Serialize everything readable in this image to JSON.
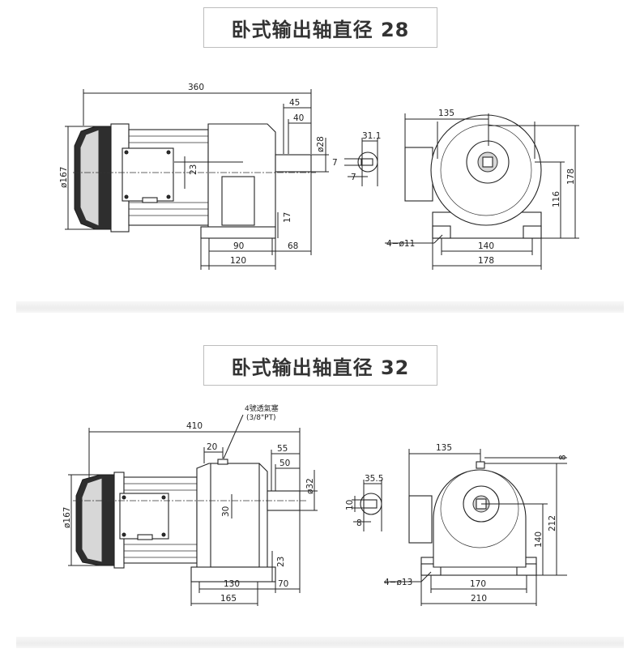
{
  "section1": {
    "title": "卧式输出轴直径 28",
    "dims": {
      "total_length": "360",
      "shaft_45": "45",
      "shaft_40": "40",
      "shaft_dia": "ø28",
      "motor_dia": "ø167",
      "center_23": "23",
      "foot_17": "17",
      "base_90": "90",
      "base_68": "68",
      "base_120": "120",
      "key_31_1": "31.1",
      "key_7a": "7",
      "key_7b": "7",
      "end_135": "135",
      "end_178_h": "178",
      "end_116": "116",
      "hole_label": "4−ø11",
      "end_140": "140",
      "end_178_w": "178"
    }
  },
  "section2": {
    "title": "卧式输出轴直径 32",
    "dims": {
      "total_length": "410",
      "breather_label_1": "4號透氣塞",
      "breather_label_2": "(3/8\"PT)",
      "top_20": "20",
      "shaft_55": "55",
      "shaft_50": "50",
      "shaft_dia": "ø32",
      "motor_dia": "ø167",
      "center_30": "30",
      "foot_23": "23",
      "base_130": "130",
      "base_70": "70",
      "base_165": "165",
      "key_35_5": "35.5",
      "key_10": "10",
      "key_8": "8",
      "end_135": "135",
      "end_8": "8",
      "end_212": "212",
      "end_140_h": "140",
      "hole_label": "4−ø13",
      "end_170": "170",
      "end_210": "210"
    }
  }
}
